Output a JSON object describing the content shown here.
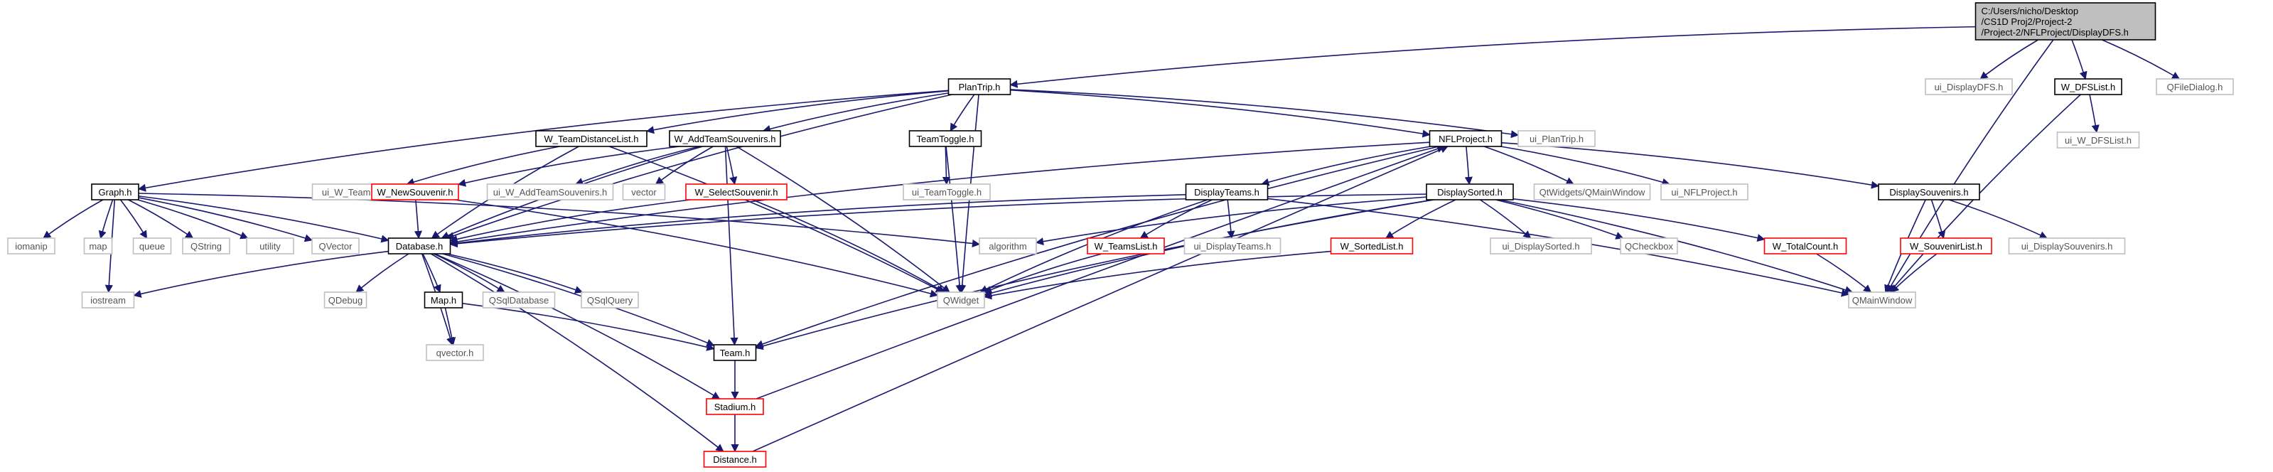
{
  "diagram": {
    "title": "",
    "colors": {
      "edge": "#191970",
      "node_border_default": "#000000",
      "node_border_incomplete": "#ff0000",
      "node_border_system": "#bfbfbf",
      "root_fill": "#bfbfbf",
      "text_default": "#000000",
      "text_system": "#555555"
    },
    "nodes": [
      {
        "id": "root",
        "lines": [
          "C:/Users/nicho/Desktop",
          "/CS1D Proj2/Project-2",
          "/Project-2/NFLProject/DisplayDFS.h"
        ],
        "kind": "root"
      },
      {
        "id": "plantrip",
        "lines": [
          "PlanTrip.h"
        ],
        "kind": "default"
      },
      {
        "id": "ui_displaydfs",
        "lines": [
          "ui_DisplayDFS.h"
        ],
        "kind": "system"
      },
      {
        "id": "w_dfslist",
        "lines": [
          "W_DFSList.h"
        ],
        "kind": "default"
      },
      {
        "id": "qfiledialog",
        "lines": [
          "QFileDialog.h"
        ],
        "kind": "system"
      },
      {
        "id": "ui_w_dfslist",
        "lines": [
          "ui_W_DFSList.h"
        ],
        "kind": "system"
      },
      {
        "id": "w_teamdistancelist",
        "lines": [
          "W_TeamDistanceList.h"
        ],
        "kind": "default"
      },
      {
        "id": "w_addteamsouvenirs",
        "lines": [
          "W_AddTeamSouvenirs.h"
        ],
        "kind": "default"
      },
      {
        "id": "teamtoggle",
        "lines": [
          "TeamToggle.h"
        ],
        "kind": "default"
      },
      {
        "id": "nflproject",
        "lines": [
          "NFLProject.h"
        ],
        "kind": "default"
      },
      {
        "id": "ui_plantrip",
        "lines": [
          "ui_PlanTrip.h"
        ],
        "kind": "system"
      },
      {
        "id": "graph",
        "lines": [
          "Graph.h"
        ],
        "kind": "default"
      },
      {
        "id": "ui_w_teamdistancelist",
        "lines": [
          "ui_W_TeamDistanceList.h"
        ],
        "kind": "system"
      },
      {
        "id": "w_newsouvenir",
        "lines": [
          "W_NewSouvenir.h"
        ],
        "kind": "incomplete"
      },
      {
        "id": "ui_w_addteamsouvenirs",
        "lines": [
          "ui_W_AddTeamSouvenirs.h"
        ],
        "kind": "system"
      },
      {
        "id": "vector",
        "lines": [
          "vector"
        ],
        "kind": "system"
      },
      {
        "id": "w_selectsouvenir",
        "lines": [
          "W_SelectSouvenir.h"
        ],
        "kind": "incomplete"
      },
      {
        "id": "ui_teamtoggle",
        "lines": [
          "ui_TeamToggle.h"
        ],
        "kind": "system"
      },
      {
        "id": "displayteams",
        "lines": [
          "DisplayTeams.h"
        ],
        "kind": "default"
      },
      {
        "id": "displaysorted",
        "lines": [
          "DisplaySorted.h"
        ],
        "kind": "default"
      },
      {
        "id": "qtwidgets_qmainwindow",
        "lines": [
          "QtWidgets/QMainWindow"
        ],
        "kind": "system"
      },
      {
        "id": "ui_nflproject",
        "lines": [
          "ui_NFLProject.h"
        ],
        "kind": "system"
      },
      {
        "id": "displaysouvenirs",
        "lines": [
          "DisplaySouvenirs.h"
        ],
        "kind": "default"
      },
      {
        "id": "iomanip",
        "lines": [
          "iomanip"
        ],
        "kind": "system"
      },
      {
        "id": "map",
        "lines": [
          "map"
        ],
        "kind": "system"
      },
      {
        "id": "queue",
        "lines": [
          "queue"
        ],
        "kind": "system"
      },
      {
        "id": "qstring",
        "lines": [
          "QString"
        ],
        "kind": "system"
      },
      {
        "id": "utility",
        "lines": [
          "utility"
        ],
        "kind": "system"
      },
      {
        "id": "qvector",
        "lines": [
          "QVector"
        ],
        "kind": "system"
      },
      {
        "id": "database",
        "lines": [
          "Database.h"
        ],
        "kind": "default"
      },
      {
        "id": "algorithm",
        "lines": [
          "algorithm"
        ],
        "kind": "system"
      },
      {
        "id": "w_teamslist",
        "lines": [
          "W_TeamsList.h"
        ],
        "kind": "incomplete"
      },
      {
        "id": "ui_displayteams",
        "lines": [
          "ui_DisplayTeams.h"
        ],
        "kind": "system"
      },
      {
        "id": "w_sortedlist",
        "lines": [
          "W_SortedList.h"
        ],
        "kind": "incomplete"
      },
      {
        "id": "ui_displaysorted",
        "lines": [
          "ui_DisplaySorted.h"
        ],
        "kind": "system"
      },
      {
        "id": "qcheckbox",
        "lines": [
          "QCheckbox"
        ],
        "kind": "system"
      },
      {
        "id": "w_totalcount",
        "lines": [
          "W_TotalCount.h"
        ],
        "kind": "incomplete"
      },
      {
        "id": "w_souvenirlist",
        "lines": [
          "W_SouvenirList.h"
        ],
        "kind": "incomplete"
      },
      {
        "id": "ui_displaysouvenirs",
        "lines": [
          "ui_DisplaySouvenirs.h"
        ],
        "kind": "system"
      },
      {
        "id": "iostream",
        "lines": [
          "iostream"
        ],
        "kind": "system"
      },
      {
        "id": "qdebug",
        "lines": [
          "QDebug"
        ],
        "kind": "system"
      },
      {
        "id": "maph",
        "lines": [
          "Map.h"
        ],
        "kind": "default"
      },
      {
        "id": "qsqldatabase",
        "lines": [
          "QSqlDatabase"
        ],
        "kind": "system"
      },
      {
        "id": "qsqlquery",
        "lines": [
          "QSqlQuery"
        ],
        "kind": "system"
      },
      {
        "id": "qwidget",
        "lines": [
          "QWidget"
        ],
        "kind": "system"
      },
      {
        "id": "qmainwindow",
        "lines": [
          "QMainWindow"
        ],
        "kind": "system"
      },
      {
        "id": "qvectorh",
        "lines": [
          "qvector.h"
        ],
        "kind": "system"
      },
      {
        "id": "team",
        "lines": [
          "Team.h"
        ],
        "kind": "default"
      },
      {
        "id": "stadium",
        "lines": [
          "Stadium.h"
        ],
        "kind": "incomplete"
      },
      {
        "id": "distance",
        "lines": [
          "Distance.h"
        ],
        "kind": "incomplete"
      }
    ],
    "edges": [
      [
        "root",
        "plantrip"
      ],
      [
        "root",
        "ui_displaydfs"
      ],
      [
        "root",
        "w_dfslist"
      ],
      [
        "root",
        "qfiledialog"
      ],
      [
        "root",
        "qmainwindow"
      ],
      [
        "w_dfslist",
        "ui_w_dfslist"
      ],
      [
        "w_dfslist",
        "qmainwindow"
      ],
      [
        "plantrip",
        "graph"
      ],
      [
        "plantrip",
        "w_teamdistancelist"
      ],
      [
        "plantrip",
        "w_addteamsouvenirs"
      ],
      [
        "plantrip",
        "teamtoggle"
      ],
      [
        "plantrip",
        "nflproject"
      ],
      [
        "plantrip",
        "ui_plantrip"
      ],
      [
        "plantrip",
        "database"
      ],
      [
        "plantrip",
        "qwidget"
      ],
      [
        "w_teamdistancelist",
        "ui_w_teamdistancelist"
      ],
      [
        "w_teamdistancelist",
        "database"
      ],
      [
        "w_teamdistancelist",
        "qwidget"
      ],
      [
        "w_addteamsouvenirs",
        "w_newsouvenir"
      ],
      [
        "w_addteamsouvenirs",
        "ui_w_addteamsouvenirs"
      ],
      [
        "w_addteamsouvenirs",
        "vector"
      ],
      [
        "w_addteamsouvenirs",
        "w_selectsouvenir"
      ],
      [
        "w_addteamsouvenirs",
        "database"
      ],
      [
        "w_addteamsouvenirs",
        "team"
      ],
      [
        "w_addteamsouvenirs",
        "qwidget"
      ],
      [
        "teamtoggle",
        "ui_teamtoggle"
      ],
      [
        "teamtoggle",
        "qwidget"
      ],
      [
        "nflproject",
        "displayteams"
      ],
      [
        "nflproject",
        "displaysorted"
      ],
      [
        "nflproject",
        "qtwidgets_qmainwindow"
      ],
      [
        "nflproject",
        "ui_nflproject"
      ],
      [
        "nflproject",
        "displaysouvenirs"
      ],
      [
        "nflproject",
        "database"
      ],
      [
        "nflproject",
        "team"
      ],
      [
        "graph",
        "iomanip"
      ],
      [
        "graph",
        "map"
      ],
      [
        "graph",
        "queue"
      ],
      [
        "graph",
        "qstring"
      ],
      [
        "graph",
        "utility"
      ],
      [
        "graph",
        "qvector"
      ],
      [
        "graph",
        "database"
      ],
      [
        "graph",
        "iostream"
      ],
      [
        "graph",
        "algorithm"
      ],
      [
        "w_newsouvenir",
        "database"
      ],
      [
        "w_newsouvenir",
        "qwidget"
      ],
      [
        "w_selectsouvenir",
        "database"
      ],
      [
        "w_selectsouvenir",
        "qwidget"
      ],
      [
        "displayteams",
        "w_teamslist"
      ],
      [
        "displayteams",
        "ui_displayteams"
      ],
      [
        "displayteams",
        "qwidget"
      ],
      [
        "displayteams",
        "qmainwindow"
      ],
      [
        "displayteams",
        "database"
      ],
      [
        "displaysorted",
        "w_sortedlist"
      ],
      [
        "displaysorted",
        "ui_displaysorted"
      ],
      [
        "displaysorted",
        "qcheckbox"
      ],
      [
        "displaysorted",
        "w_totalcount"
      ],
      [
        "displaysorted",
        "algorithm"
      ],
      [
        "displaysorted",
        "database"
      ],
      [
        "displaysorted",
        "qwidget"
      ],
      [
        "displaysorted",
        "qmainwindow"
      ],
      [
        "displaysorted",
        "team"
      ],
      [
        "displaysouvenirs",
        "w_souvenirlist"
      ],
      [
        "displaysouvenirs",
        "ui_displaysouvenirs"
      ],
      [
        "displaysouvenirs",
        "qmainwindow"
      ],
      [
        "w_teamslist",
        "qwidget"
      ],
      [
        "w_sortedlist",
        "qwidget"
      ],
      [
        "w_totalcount",
        "qmainwindow"
      ],
      [
        "w_souvenirlist",
        "qmainwindow"
      ],
      [
        "database",
        "iostream"
      ],
      [
        "database",
        "qdebug"
      ],
      [
        "database",
        "maph"
      ],
      [
        "database",
        "qsqldatabase"
      ],
      [
        "database",
        "qsqlquery"
      ],
      [
        "database",
        "qvectorh"
      ],
      [
        "database",
        "team"
      ],
      [
        "database",
        "stadium"
      ],
      [
        "database",
        "distance"
      ],
      [
        "maph",
        "qvectorh"
      ],
      [
        "maph",
        "team"
      ],
      [
        "team",
        "stadium"
      ],
      [
        "stadium",
        "distance"
      ],
      [
        "stadium",
        "nflproject"
      ],
      [
        "distance",
        "nflproject"
      ]
    ]
  }
}
